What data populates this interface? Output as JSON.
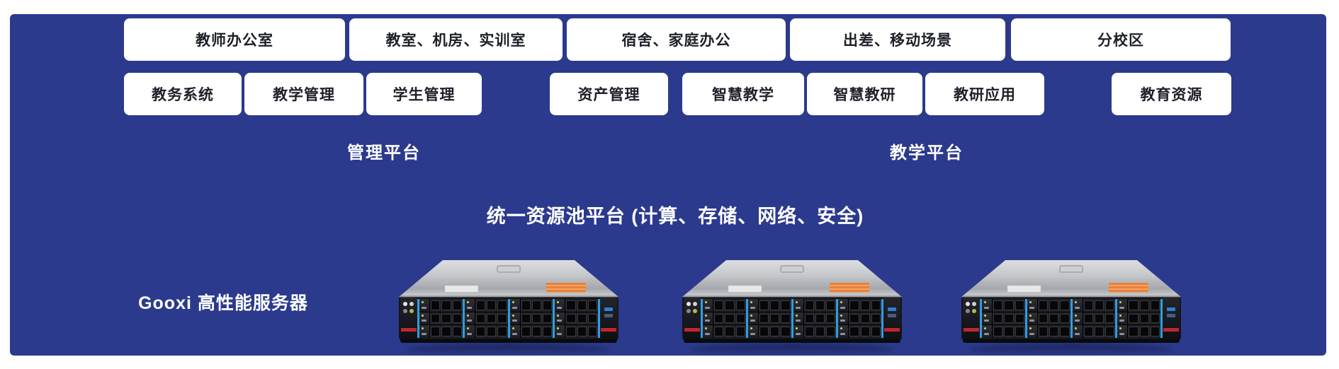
{
  "colors": {
    "panel_bg": "#2b3a8c",
    "card_bg": "#ffffff",
    "card_text": "#1e2029",
    "label_text": "#ffffff",
    "drive_accent_blue": "#2f9de3",
    "ear_accent_red": "#c0272d",
    "sticker_orange": "#e8823c"
  },
  "access_row": {
    "items": [
      {
        "label": "教师办公室"
      },
      {
        "label": "教室、机房、实训室"
      },
      {
        "label": "宿舍、家庭办公"
      },
      {
        "label": "出差、移动场景"
      },
      {
        "label": "分校区"
      }
    ]
  },
  "app_row": {
    "items": [
      {
        "label": "教务系统"
      },
      {
        "label": "教学管理"
      },
      {
        "label": "学生管理"
      },
      {
        "label": "资产管理"
      },
      {
        "label": "智慧教学"
      },
      {
        "label": "智慧教研"
      },
      {
        "label": "教研应用"
      },
      {
        "label": "教育资源"
      }
    ]
  },
  "platforms": {
    "management": "管理平台",
    "teaching": "教学平台"
  },
  "resource_pool": {
    "label": "统一资源池平台 (计算、存储、网络、安全)"
  },
  "servers": {
    "label": "Gooxi 高性能服务器",
    "count": 3
  }
}
